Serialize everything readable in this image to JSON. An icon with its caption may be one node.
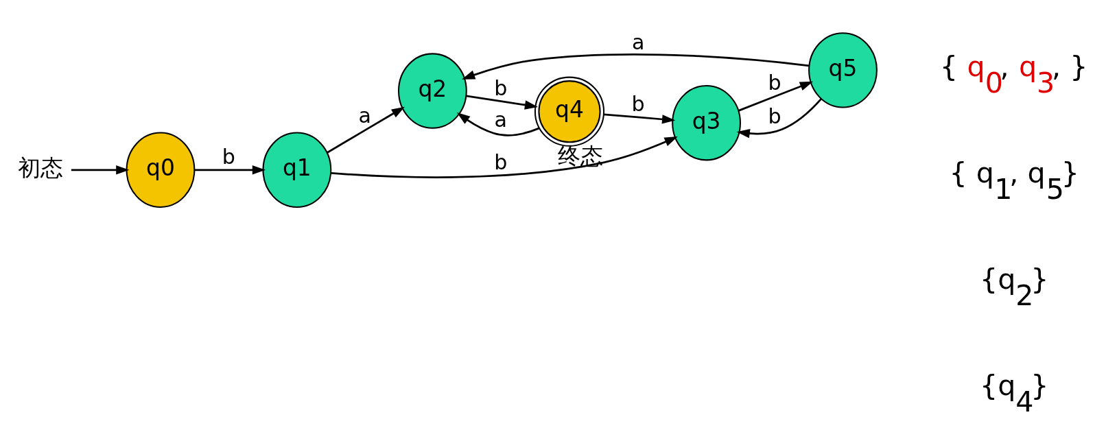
{
  "diagram": {
    "nodes": [
      {
        "text": [
          "初态"
        ]
      },
      {
        "text": [
          "q0"
        ]
      },
      {
        "text": [
          "q1"
        ]
      },
      {
        "text": [
          "q2"
        ]
      },
      {
        "text": [
          "q4"
        ],
        "beside": [
          "终态"
        ]
      },
      {
        "text": [
          "q3"
        ]
      },
      {
        "text": [
          "q5"
        ]
      }
    ],
    "edges": [
      {
        "from": 0,
        "to": 1,
        "arrow": "to"
      },
      {
        "from": 1,
        "to": 2,
        "arrow": "to",
        "label": "b"
      },
      {
        "from": 2,
        "to": 3,
        "arrow": "to",
        "label": "a"
      },
      {
        "from": 2,
        "to": 5,
        "arrow": "to",
        "label": "b"
      },
      {
        "from": 3,
        "to": 4,
        "arrow": "to",
        "label": "b"
      },
      {
        "from": 4,
        "to": 3,
        "arrow": "to",
        "label": "a"
      },
      {
        "from": 4,
        "to": 5,
        "arrow": "to",
        "label": "b"
      },
      {
        "from": 6,
        "to": 3,
        "arrow": "to",
        "label": "a"
      },
      {
        "from": 5,
        "to": 6,
        "arrow": "to",
        "label": "b"
      },
      {
        "from": 6,
        "to": 5,
        "arrow": "to",
        "label": "b"
      }
    ],
    "labels": [
      "{ q$_{0}$, q$_{3}$, }",
      "{ q$_{1}$, q$_{5}$}",
      "{q$_{2}$}",
      "{q$_{4}$}"
    ]
  }
}
